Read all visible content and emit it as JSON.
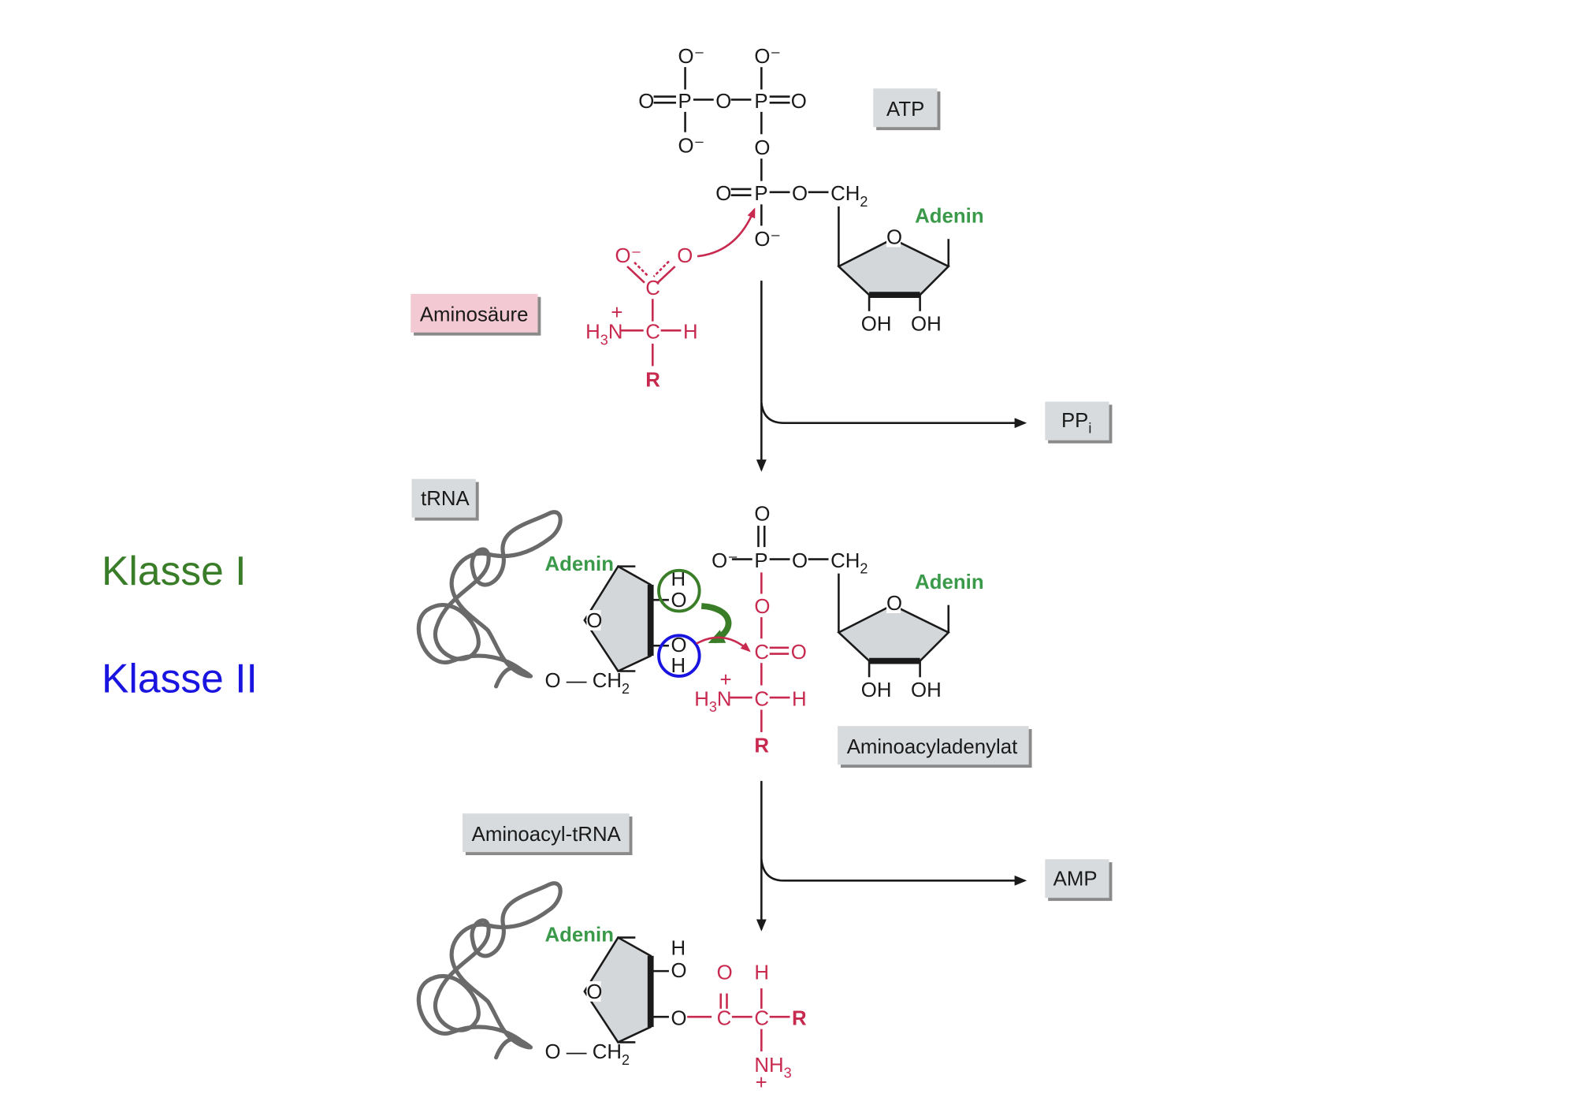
{
  "labels": {
    "atp": "ATP",
    "aminosaeure": "Aminosäure",
    "ppi_main": "PP",
    "ppi_sub": "i",
    "trna": "tRNA",
    "aminoacyladenylat": "Aminoacyladenylat",
    "aminoacyl_trna": "Aminoacyl-tRNA",
    "amp": "AMP"
  },
  "klasse": {
    "one": "Klasse I",
    "two": "Klasse II"
  },
  "chem": {
    "adenin": "Adenin",
    "O": "O",
    "O_minus": "O⁻",
    "P": "P",
    "C": "C",
    "H": "H",
    "R": "R",
    "OH": "OH",
    "CH2_main": "CH",
    "sub2": "2",
    "sub3": "3",
    "NH_main": "N",
    "H3_main": "H",
    "plus": "+",
    "NH3_main": "NH"
  },
  "colors": {
    "box_gray": "#d8dbdd",
    "box_pink": "#f3c9d3",
    "klasse_one": "#3a7d28",
    "klasse_two": "#1a14e0",
    "amino_acid": "#c8294f",
    "adenin": "#3a9a4a"
  }
}
